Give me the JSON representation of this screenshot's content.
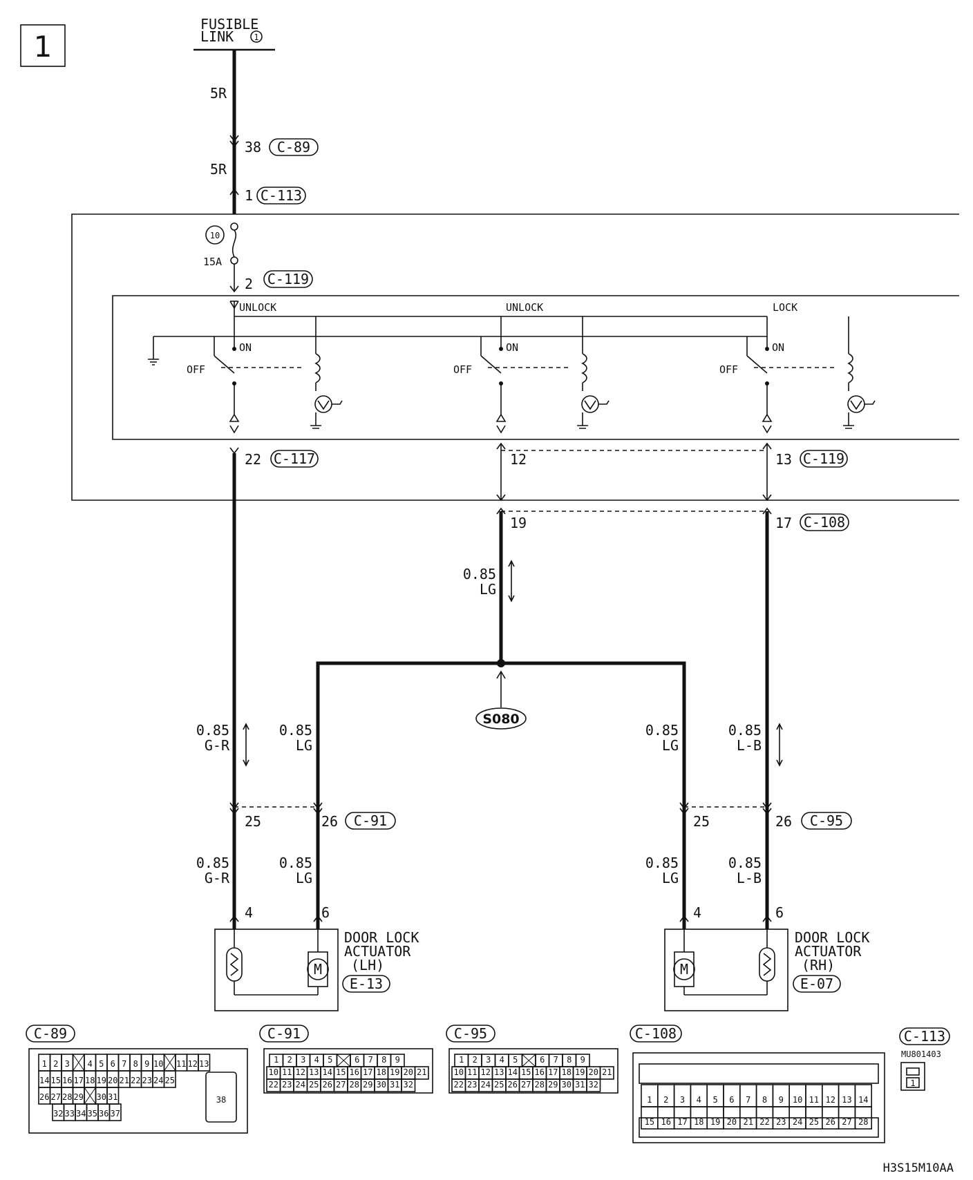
{
  "page": {
    "number": "1",
    "code": "H3S15M10AA"
  },
  "power": {
    "source_line1": "FUSIBLE",
    "source_line2": "LINK",
    "source_num": "1",
    "wire_top": "5R",
    "wire_mid": "5R",
    "c89_pin": "38",
    "c89": "C-89",
    "c113_pin": "1",
    "c113": "C-113",
    "fuse_num": "10",
    "fuse_rating": "15A",
    "c119_pin": "2",
    "c119": "C-119"
  },
  "relays": {
    "r1_label": "UNLOCK",
    "r2_label": "UNLOCK",
    "r3_label": "LOCK",
    "on": "ON",
    "off": "OFF"
  },
  "terminals": {
    "t22": "22",
    "c117": "C-117",
    "t12": "12",
    "t13": "13",
    "c119b": "C-119",
    "t19": "19",
    "t17": "17",
    "c108": "C-108"
  },
  "wires": {
    "lg_top_size": "0.85",
    "lg_top_color": "LG",
    "splice": "S080",
    "gr_size": "0.85",
    "gr_color": "G-R",
    "lg_l_size": "0.85",
    "lg_l_color": "LG",
    "lg_r_size": "0.85",
    "lg_r_color": "LG",
    "lb_size": "0.85",
    "lb_color": "L-B",
    "p25a": "25",
    "p26a": "26",
    "c91": "C-91",
    "p25b": "25",
    "p26b": "26",
    "c95": "C-95",
    "gr2_size": "0.85",
    "gr2_color": "G-R",
    "lg2_l_size": "0.85",
    "lg2_l_color": "LG",
    "lg2_r_size": "0.85",
    "lg2_r_color": "LG",
    "lb2_size": "0.85",
    "lb2_color": "L-B"
  },
  "actuators": {
    "lh_pin_a": "4",
    "lh_pin_b": "6",
    "lh_line1": "DOOR LOCK",
    "lh_line2": "ACTUATOR",
    "lh_line3": "(LH)",
    "lh_conn": "E-13",
    "rh_pin_a": "4",
    "rh_pin_b": "6",
    "rh_line1": "DOOR LOCK",
    "rh_line2": "ACTUATOR",
    "rh_line3": "(RH)",
    "rh_conn": "E-07",
    "motor": "M"
  },
  "connectors": {
    "c89": "C-89",
    "c91": "C-91",
    "c95": "C-95",
    "c108": "C-108",
    "c113": "C-113",
    "c113_part": "MU801403",
    "c113_pin": "1",
    "c89_rows": [
      [
        "1",
        "2",
        "3",
        "",
        "4",
        "5",
        "6",
        "7",
        "8",
        "9",
        "10",
        "",
        "11",
        "12",
        "13"
      ],
      [
        "14",
        "15",
        "16",
        "17",
        "18",
        "19",
        "20",
        "21",
        "22",
        "23",
        "24",
        "25"
      ],
      [
        "26",
        "27",
        "28",
        "29",
        "",
        "30",
        "31"
      ],
      [
        "32",
        "33",
        "34",
        "35",
        "36",
        "37"
      ]
    ],
    "c89_big": "38",
    "c91_rows": [
      [
        "1",
        "2",
        "3",
        "4",
        "5",
        "",
        "6",
        "7",
        "8",
        "9"
      ],
      [
        "10",
        "11",
        "12",
        "13",
        "14",
        "15",
        "16",
        "17",
        "18",
        "19",
        "20",
        "21"
      ],
      [
        "22",
        "23",
        "24",
        "25",
        "26",
        "27",
        "28",
        "29",
        "30",
        "31",
        "32"
      ]
    ],
    "c95_rows": [
      [
        "1",
        "2",
        "3",
        "4",
        "5",
        "",
        "6",
        "7",
        "8",
        "9"
      ],
      [
        "10",
        "11",
        "12",
        "13",
        "14",
        "15",
        "16",
        "17",
        "18",
        "19",
        "20",
        "21"
      ],
      [
        "22",
        "23",
        "24",
        "25",
        "26",
        "27",
        "28",
        "29",
        "30",
        "31",
        "32"
      ]
    ],
    "c108_rows": [
      [
        "1",
        "2",
        "3",
        "4",
        "5",
        "6",
        "7",
        "8",
        "9",
        "10",
        "11",
        "12",
        "13",
        "14"
      ],
      [
        "15",
        "16",
        "17",
        "18",
        "19",
        "20",
        "21",
        "22",
        "23",
        "24",
        "25",
        "26",
        "27",
        "28"
      ]
    ]
  }
}
